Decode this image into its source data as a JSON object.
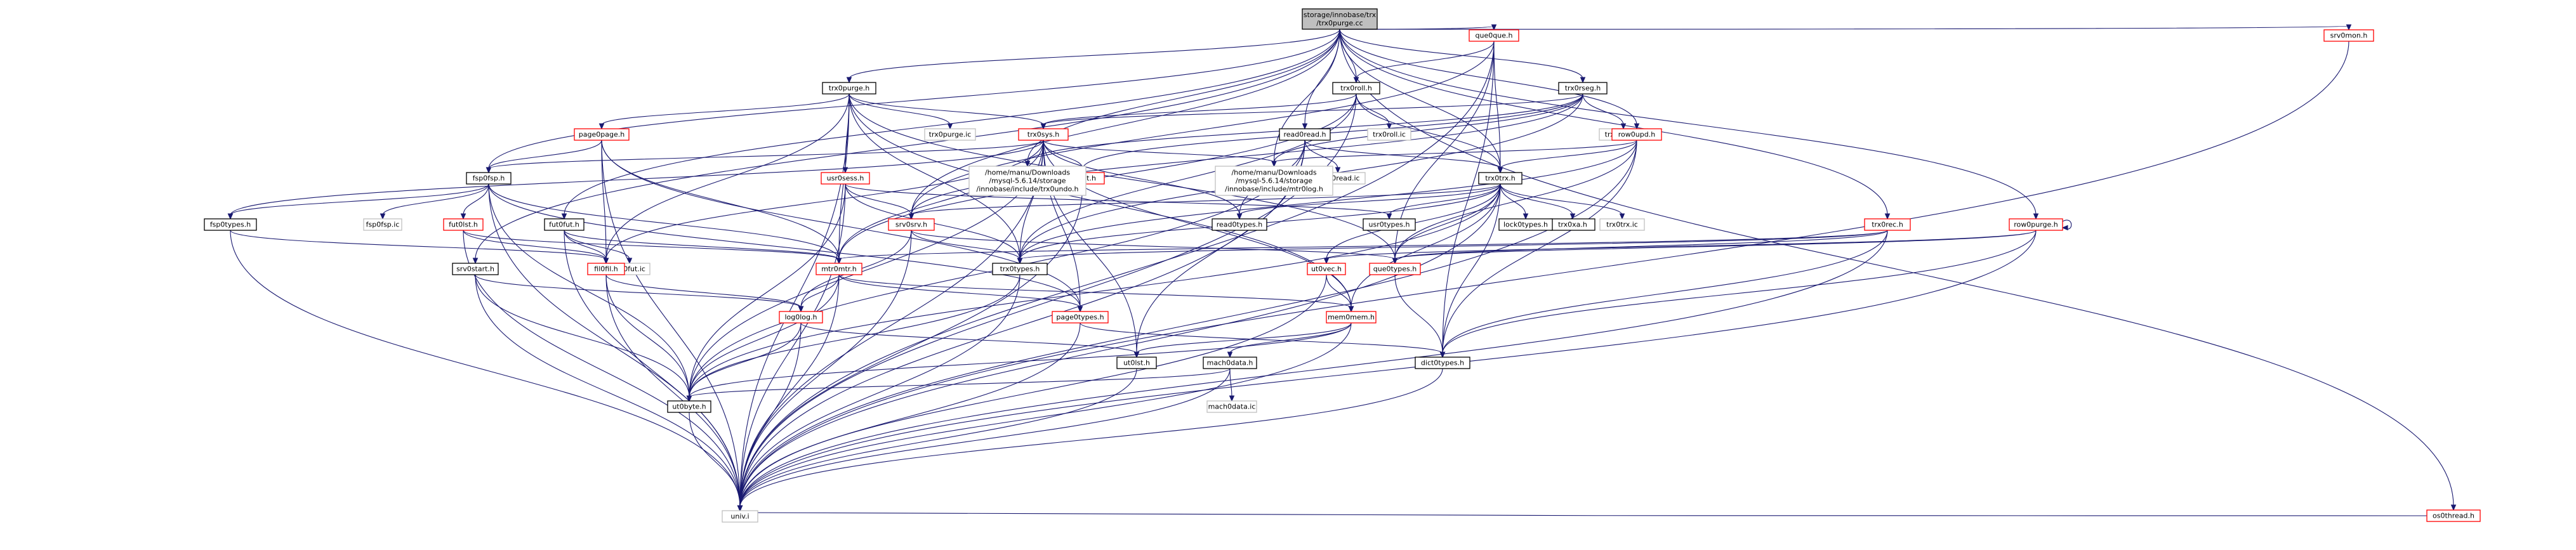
{
  "diagram": {
    "colors": {
      "edge": "#191970",
      "border_link": "#ff0000",
      "border_doc": "#000000",
      "border_plain": "#bfbfbf",
      "root_fill": "#bfbfbf",
      "fill": "#ffffff"
    },
    "nodes": [
      {
        "id": "root",
        "lines": [
          "storage/innobase/trx",
          "/trx0purge.cc"
        ],
        "style": "root"
      },
      {
        "id": "trx0purge_h",
        "lines": [
          "trx0purge.h"
        ],
        "style": "black"
      },
      {
        "id": "trx0roll_h",
        "lines": [
          "trx0roll.h"
        ],
        "style": "black"
      },
      {
        "id": "trx0rseg_h",
        "lines": [
          "trx0rseg.h"
        ],
        "style": "black"
      },
      {
        "id": "que0que_h",
        "lines": [
          "que0que.h"
        ],
        "style": "red"
      },
      {
        "id": "srv0mon_h",
        "lines": [
          "srv0mon.h"
        ],
        "style": "red"
      },
      {
        "id": "os0thread_h",
        "lines": [
          "os0thread.h"
        ],
        "style": "red"
      },
      {
        "id": "page0page_h",
        "lines": [
          "page0page.h"
        ],
        "style": "red"
      },
      {
        "id": "trx0sys_h",
        "lines": [
          "trx0sys.h"
        ],
        "style": "red"
      },
      {
        "id": "trx0purge_ic",
        "lines": [
          "trx0purge.ic"
        ],
        "style": "grey"
      },
      {
        "id": "trx0rseg_ic",
        "lines": [
          "trx0rseg.ic"
        ],
        "style": "grey"
      },
      {
        "id": "trx0roll_ic",
        "lines": [
          "trx0roll.ic"
        ],
        "style": "grey"
      },
      {
        "id": "read0read_h",
        "lines": [
          "read0read.h"
        ],
        "style": "black"
      },
      {
        "id": "read0read_ic",
        "lines": [
          "read0read.ic"
        ],
        "style": "grey"
      },
      {
        "id": "row0upd_h",
        "lines": [
          "row0upd.h"
        ],
        "style": "red"
      },
      {
        "id": "fsp0fsp_h",
        "lines": [
          "fsp0fsp.h"
        ],
        "style": "black"
      },
      {
        "id": "ut0lst_h2",
        "lines": [
          "ut0lst.h"
        ],
        "style": "red"
      },
      {
        "id": "mysql_trx0undo",
        "lines": [
          "/home/manu/Downloads",
          "/mysql-5.6.14/storage",
          "/innobase/include/trx0undo.h"
        ],
        "style": "grey"
      },
      {
        "id": "mysql_mtr0log",
        "lines": [
          "/home/manu/Downloads",
          "/mysql-5.6.14/storage",
          "/innobase/include/mtr0log.h"
        ],
        "style": "grey"
      },
      {
        "id": "trx0trx_h",
        "lines": [
          "trx0trx.h"
        ],
        "style": "black"
      },
      {
        "id": "usr0sess_h",
        "lines": [
          "usr0sess.h"
        ],
        "style": "red"
      },
      {
        "id": "fsp0types_h",
        "lines": [
          "fsp0types.h"
        ],
        "style": "black"
      },
      {
        "id": "fsp0fsp_ic",
        "lines": [
          "fsp0fsp.ic"
        ],
        "style": "grey"
      },
      {
        "id": "fut0lst_h",
        "lines": [
          "fut0lst.h"
        ],
        "style": "red"
      },
      {
        "id": "fut0fut_h",
        "lines": [
          "fut0fut.h"
        ],
        "style": "black"
      },
      {
        "id": "fut0fut_ic",
        "lines": [
          "fut0fut.ic"
        ],
        "style": "grey"
      },
      {
        "id": "srv0srv_h",
        "lines": [
          "srv0srv.h"
        ],
        "style": "red"
      },
      {
        "id": "read0types_h",
        "lines": [
          "read0types.h"
        ],
        "style": "black"
      },
      {
        "id": "usr0types_h",
        "lines": [
          "usr0types.h"
        ],
        "style": "black"
      },
      {
        "id": "trx0xa_h",
        "lines": [
          "trx0xa.h"
        ],
        "style": "black"
      },
      {
        "id": "trx0trx_ic",
        "lines": [
          "trx0trx.ic"
        ],
        "style": "grey"
      },
      {
        "id": "lock0types_h",
        "lines": [
          "lock0types.h"
        ],
        "style": "black"
      },
      {
        "id": "trx0rec_h",
        "lines": [
          "trx0rec.h"
        ],
        "style": "red"
      },
      {
        "id": "row0purge_h",
        "lines": [
          "row0purge.h"
        ],
        "style": "red"
      },
      {
        "id": "fil0fil_h",
        "lines": [
          "fil0fil.h"
        ],
        "style": "red"
      },
      {
        "id": "srv0start_h",
        "lines": [
          "srv0start.h"
        ],
        "style": "black"
      },
      {
        "id": "mtr0mtr_h",
        "lines": [
          "mtr0mtr.h"
        ],
        "style": "red"
      },
      {
        "id": "trx0types_h",
        "lines": [
          "trx0types.h"
        ],
        "style": "black"
      },
      {
        "id": "que0types_h",
        "lines": [
          "que0types.h"
        ],
        "style": "red"
      },
      {
        "id": "ut0byte_h",
        "lines": [
          "ut0byte.h"
        ],
        "style": "black"
      },
      {
        "id": "log0log_h",
        "lines": [
          "log0log.h"
        ],
        "style": "red"
      },
      {
        "id": "page0types_h",
        "lines": [
          "page0types.h"
        ],
        "style": "red"
      },
      {
        "id": "mem0mem_h",
        "lines": [
          "mem0mem.h"
        ],
        "style": "red"
      },
      {
        "id": "ut0vec_h",
        "lines": [
          "ut0vec.h"
        ],
        "style": "red"
      },
      {
        "id": "ut0lst_h",
        "lines": [
          "ut0lst.h"
        ],
        "style": "black"
      },
      {
        "id": "mach0data_h",
        "lines": [
          "mach0data.h"
        ],
        "style": "black"
      },
      {
        "id": "mach0data_ic",
        "lines": [
          "mach0data.ic"
        ],
        "style": "grey"
      },
      {
        "id": "dict0types_h",
        "lines": [
          "dict0types.h"
        ],
        "style": "black"
      },
      {
        "id": "univ_i",
        "lines": [
          "univ.i"
        ],
        "style": "grey"
      }
    ]
  }
}
